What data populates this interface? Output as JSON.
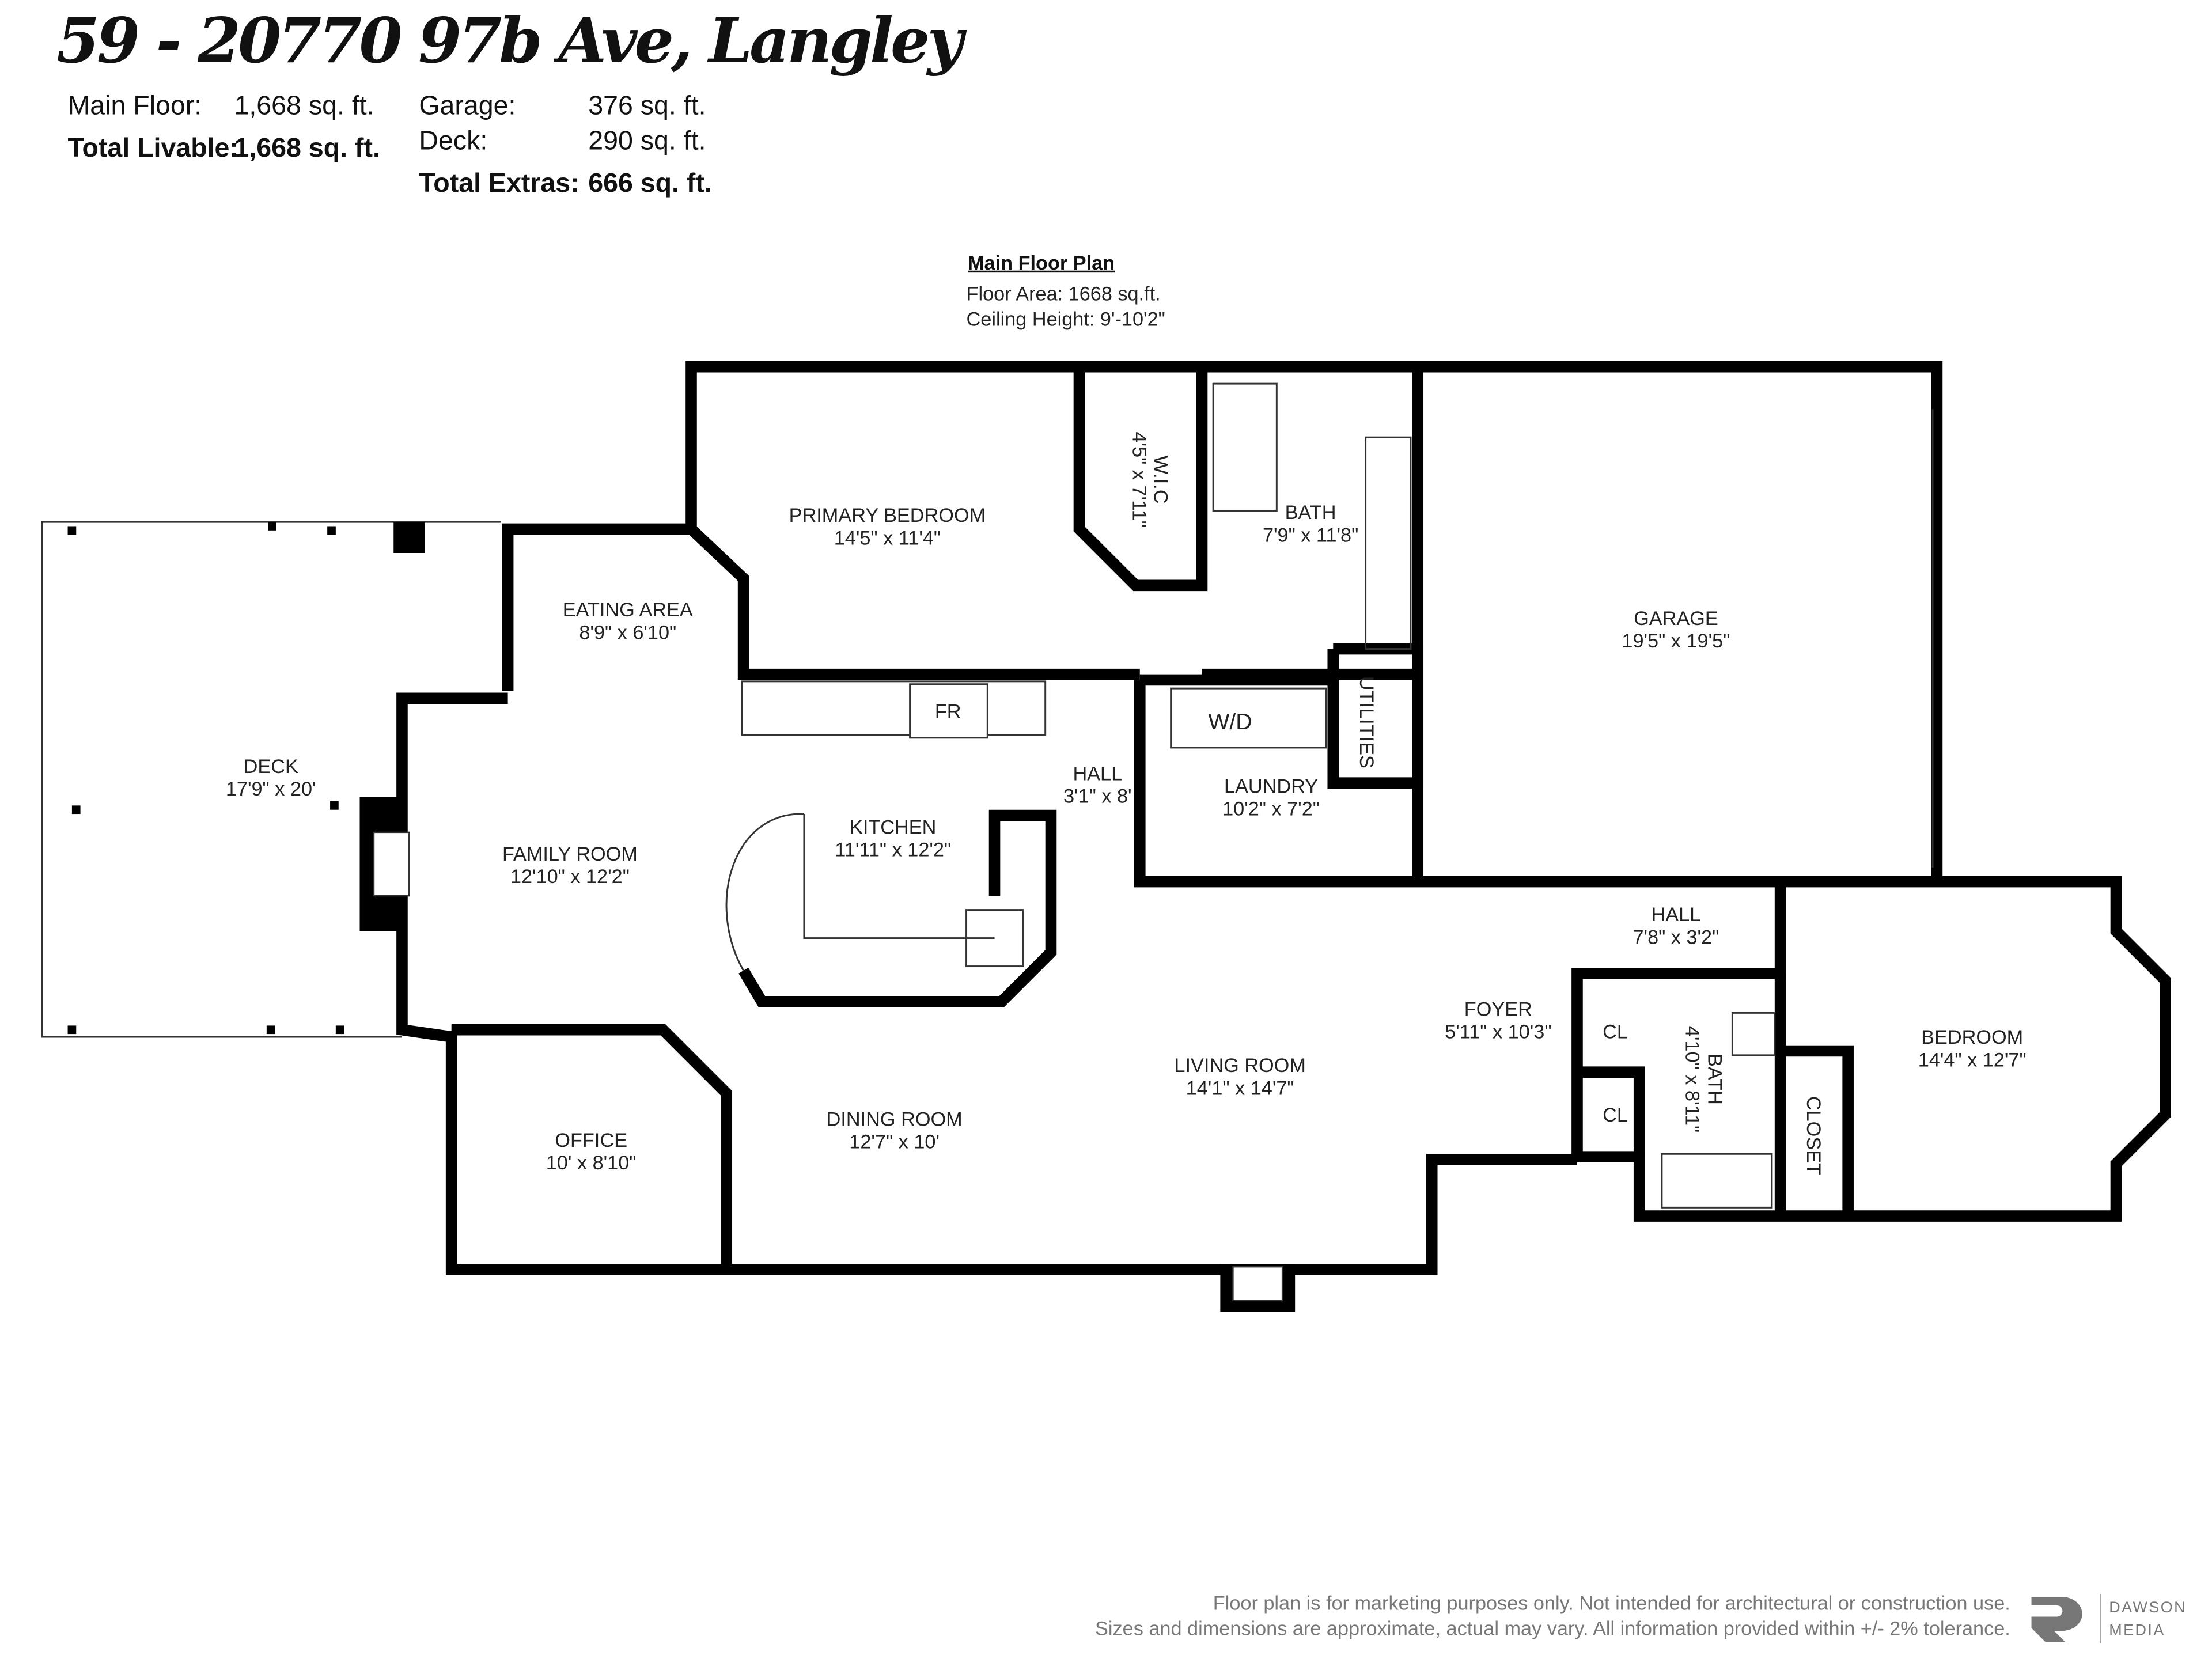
{
  "title": "59 - 20770 97b Ave, Langley",
  "summary": {
    "main_floor_label": "Main Floor:",
    "main_floor_value": "1,668 sq. ft.",
    "total_livable_label": "Total Livable:",
    "total_livable_value": "1,668 sq. ft.",
    "garage_label": "Garage:",
    "garage_value": "376 sq. ft.",
    "deck_label": "Deck:",
    "deck_value": "290 sq. ft.",
    "total_extras_label": "Total Extras:",
    "total_extras_value": "666 sq. ft."
  },
  "plan_header": {
    "title": "Main Floor Plan",
    "floor_area": "Floor Area: 1668 sq.ft.",
    "ceiling_height": "Ceiling Height: 9'-10'2\""
  },
  "rooms": {
    "primary_bedroom": {
      "name": "PRIMARY BEDROOM",
      "dims": "14'5\" x 11'4\""
    },
    "wic": {
      "name": "W.I.C",
      "dims": "4'5\" x 7'11\""
    },
    "bath1": {
      "name": "BATH",
      "dims": "7'9\" x 11'8\""
    },
    "garage": {
      "name": "GARAGE",
      "dims": "19'5\" x 19'5\""
    },
    "eating_area": {
      "name": "EATING AREA",
      "dims": "8'9\" x 6'10\""
    },
    "fr": {
      "name": "FR"
    },
    "wd": {
      "name": "W/D"
    },
    "utilities": {
      "name": "UTILITIES"
    },
    "hall1": {
      "name": "HALL",
      "dims": "3'1\" x 8'"
    },
    "laundry": {
      "name": "LAUNDRY",
      "dims": "10'2\" x 7'2\""
    },
    "deck": {
      "name": "DECK",
      "dims": "17'9\" x 20'"
    },
    "family_room": {
      "name": "FAMILY ROOM",
      "dims": "12'10\" x 12'2\""
    },
    "kitchen": {
      "name": "KITCHEN",
      "dims": "11'11\" x 12'2\""
    },
    "hall2": {
      "name": "HALL",
      "dims": "7'8\" x 3'2\""
    },
    "foyer": {
      "name": "FOYER",
      "dims": "5'11\" x 10'3\""
    },
    "cl1": {
      "name": "CL"
    },
    "cl2": {
      "name": "CL"
    },
    "bath2": {
      "name": "BATH",
      "dims": "4'10\" x 8'11\""
    },
    "closet": {
      "name": "CLOSET"
    },
    "bedroom": {
      "name": "BEDROOM",
      "dims": "14'4\" x 12'7\""
    },
    "living_room": {
      "name": "LIVING ROOM",
      "dims": "14'1\" x 14'7\""
    },
    "office": {
      "name": "OFFICE",
      "dims": "10' x 8'10\""
    },
    "dining_room": {
      "name": "DINING ROOM",
      "dims": "12'7\" x 10'"
    }
  },
  "footer": {
    "line1": "Floor plan is for marketing purposes only. Not intended for architectural or construction use.",
    "line2": "Sizes and dimensions are approximate, actual may vary. All information provided within +/- 2% tolerance.",
    "logo_text_1": "DAWSON",
    "logo_text_2": "MEDIA"
  }
}
